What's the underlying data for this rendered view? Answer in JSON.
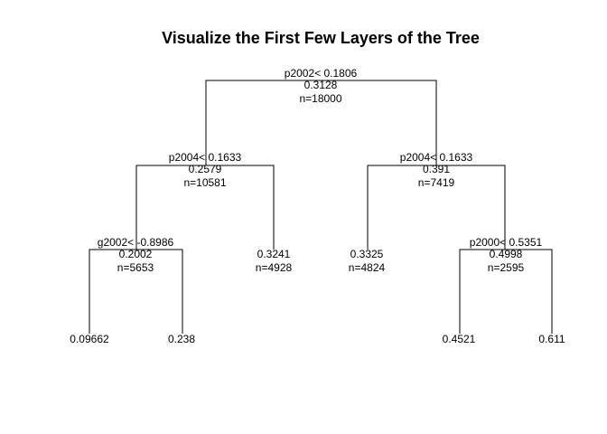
{
  "title": "Visualize the First Few Layers of the Tree",
  "tree": {
    "root": {
      "split": "p2002< 0.1806",
      "value": "0.3128",
      "n": "n=18000"
    },
    "left": {
      "split": "p2004< 0.1633",
      "value": "0.2579",
      "n": "n=10581"
    },
    "right": {
      "split": "p2004< 0.1633",
      "value": "0.391",
      "n": "n=7419"
    },
    "left_left": {
      "split": "g2002< -0.8986",
      "value": "0.2002",
      "n": "n=5653"
    },
    "left_right": {
      "value": "0.3241",
      "n": "n=4928"
    },
    "right_left": {
      "value": "0.3325",
      "n": "n=4824"
    },
    "right_right": {
      "split": "p2000< 0.5351",
      "value": "0.4998",
      "n": "n=2595"
    },
    "leaf_ll_l": {
      "value": "0.09662"
    },
    "leaf_ll_r": {
      "value": "0.238"
    },
    "leaf_rr_l": {
      "value": "0.4521"
    },
    "leaf_rr_r": {
      "value": "0.611"
    }
  }
}
